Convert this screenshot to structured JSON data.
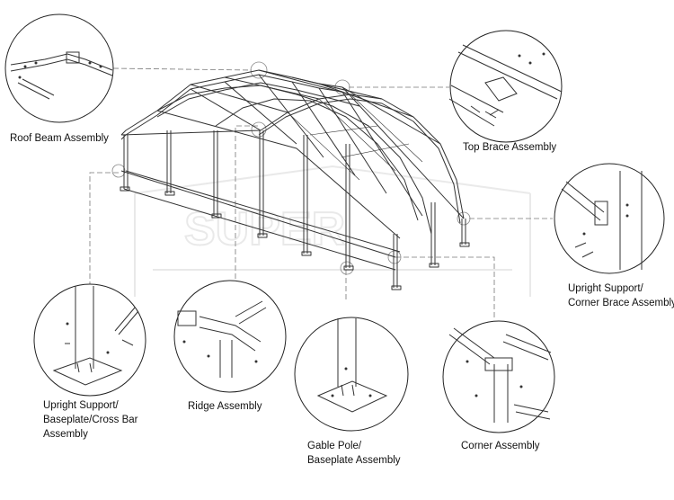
{
  "watermark": "SUPER",
  "callouts": {
    "roof_beam": {
      "line1": "Roof Beam Assembly"
    },
    "top_brace": {
      "line1": "Top Brace Assembly"
    },
    "corner_brace": {
      "line1": "Upright Support/",
      "line2": "Corner Brace Assembly"
    },
    "baseplate": {
      "line1": "Upright Support/",
      "line2": "Baseplate/Cross Bar",
      "line3": "Assembly"
    },
    "ridge": {
      "line1": "Ridge Assembly"
    },
    "gable": {
      "line1": "Gable Pole/",
      "line2": "Baseplate Assembly"
    },
    "corner": {
      "line1": "Corner Assembly"
    }
  }
}
